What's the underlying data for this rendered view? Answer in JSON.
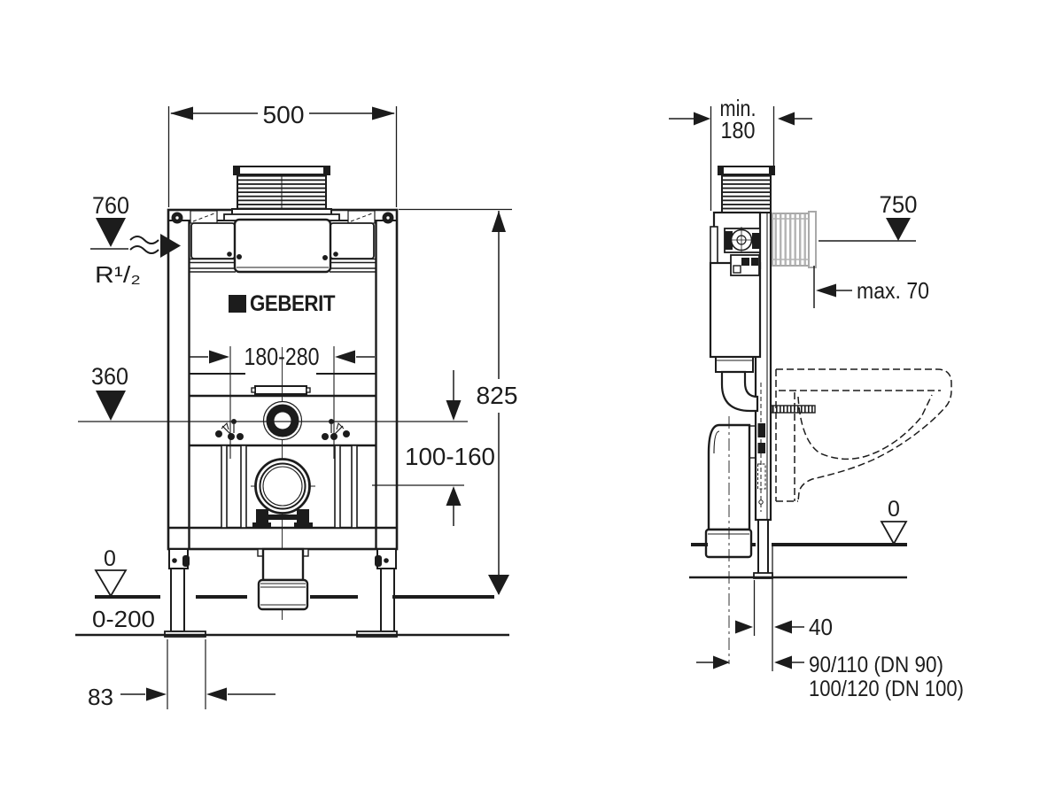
{
  "meta": {
    "ink_color": "#1c1c1c",
    "duct_gray": "#b3b3b3",
    "background": "#ffffff"
  },
  "front": {
    "width_top": "500",
    "level_inlet": "760",
    "inlet_thread": "R¹/₂",
    "level_flush_bend": "360",
    "bolt_spacing": "180-280",
    "frame_height": "825",
    "outlet_height_range": "100-160",
    "level_floor": "0",
    "floor_buildup": "0-200",
    "foot_offset": "83",
    "brand": "GEBERIT"
  },
  "side": {
    "depth_min_label": "min.",
    "depth_min_value": "180",
    "level_actuator": "750",
    "wall_offset_max": "max. 70",
    "level_floor": "0",
    "outlet_offset": "40",
    "outlet_size_line1": "90/110 (DN 90)",
    "outlet_size_line2": "100/120 (DN 100)"
  }
}
